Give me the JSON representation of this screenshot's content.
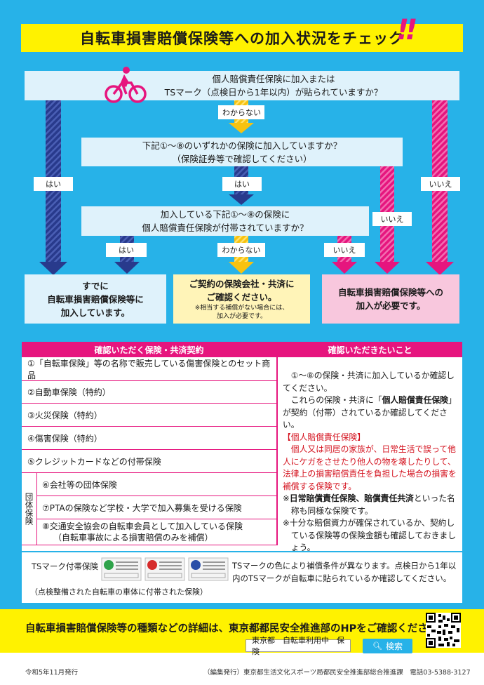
{
  "title": "自転車損害賠償保険等への加入状況をチェック",
  "exclaim": "!!",
  "q1": {
    "line1": "個人賠償責任保険に加入または",
    "line2": "TSマーク（点検日から1年以内）が貼られていますか？"
  },
  "q2": {
    "line1": "下記①～⑧のいずれかの保険に加入していますか？",
    "line2": "（保険証券等で確認してください）"
  },
  "q3": {
    "line1": "加入している下記①～⑧の保険に",
    "line2": "個人賠償責任保険が付帯されていますか？"
  },
  "tags": {
    "wakaranai1": "わからない",
    "hai1": "はい",
    "hai2": "はい",
    "iie1": "いいえ",
    "iie2": "いいえ",
    "hai3": "はい",
    "wakaranai2": "わからない",
    "iie3": "いいえ"
  },
  "results": {
    "r1": {
      "l1": "すでに",
      "l2": "自転車損害賠償保険等に",
      "l3": "加入しています。"
    },
    "r2": {
      "l1": "ご契約の保険会社・共済に",
      "l2": "ご確認ください。",
      "n1": "※相当する補償がない場合には、",
      "n2": "加入が必要です。"
    },
    "r3": {
      "l1": "自転車損害賠償保険等への",
      "l2": "加入が必要です。"
    }
  },
  "table": {
    "left_header": "確認いただく保険・共済契約",
    "right_header": "確認いただきたいこと",
    "rows": [
      "①「自転車保険」等の名称で販売している傷害保険とのセット商品",
      "②自動車保険（特約）",
      "③火災保険（特約）",
      "④傷害保険（特約）",
      "⑤クレジットカードなどの付帯保険",
      "⑥会社等の団体保険",
      "⑦PTAの保険など学校・大学で加入募集を受ける保険",
      "⑧交通安全協会の自転車会員として加入している保険",
      "（自転車事故による損害賠償のみを補償）"
    ],
    "group_label": "団体保険",
    "right": {
      "p1": "①～⑧の保険・共済に加入しているか確認してください。",
      "p2a": "これらの保険・共済に「",
      "p2b": "個人賠償責任保険",
      "p2c": "」が契約（付帯）されているか確認してください。",
      "def_title": "【個人賠償責任保険】",
      "def_body": "個人又は同居の家族が、日常生活で誤って他人にケガをさせたり他人の物を壊したりして、法律上の損害賠償責任を負担した場合の損害を補償する保険です。",
      "n1a": "※",
      "n1b": "日常賠償責任保険、賠償責任共済",
      "n1c": "といった名称も同様な保険です。",
      "n2": "※十分な賠償資力が確保されているか、契約している保険等の保険金額も確認しておきましょう。"
    }
  },
  "ts": {
    "label": "TSマーク付帯保険",
    "caption": "（点検整備された自転車の車体に付帯された保険）",
    "note": "TSマークの色により補償条件が異なります。点検日から1年以内のTSマークが自転車に貼られているか確認してください。",
    "mark_colors": [
      "#2fa34a",
      "#d62b2b",
      "#2a4fa8"
    ]
  },
  "footer": {
    "title": "自転車損害賠償保険等の種類などの詳細は、東京都都民安全推進部のHPをご確認ください。",
    "search_text": "東京都　自転車利用中　保険",
    "search_button": "検索",
    "issued": "令和5年11月発行",
    "publisher": "（編集発行）東京都生活文化スポーツ局都民安全推進部総合推進課　電話03-5388-3127"
  }
}
